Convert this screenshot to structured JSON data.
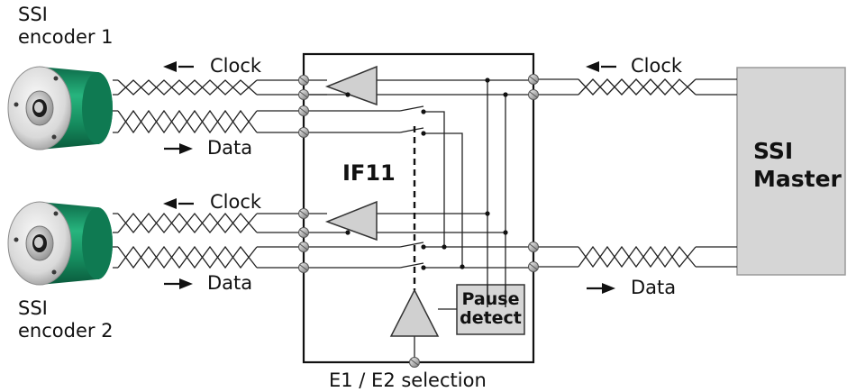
{
  "encoder1": {
    "line1": "SSI",
    "line2": "encoder 1",
    "clock_label": "Clock",
    "data_label": "Data"
  },
  "encoder2": {
    "line1": "SSI",
    "line2": "encoder 2",
    "clock_label": "Clock",
    "data_label": "Data"
  },
  "interface": {
    "name": "IF11",
    "pause_line1": "Pause",
    "pause_line2": "detect",
    "selection_label": "E1 / E2 selection"
  },
  "master": {
    "line1": "SSI",
    "line2": "Master",
    "clock_label": "Clock",
    "data_label": "Data"
  },
  "colors": {
    "encoder_green": "#1a9a6a",
    "box_gray": "#d6d6d6",
    "wire": "#222222"
  }
}
